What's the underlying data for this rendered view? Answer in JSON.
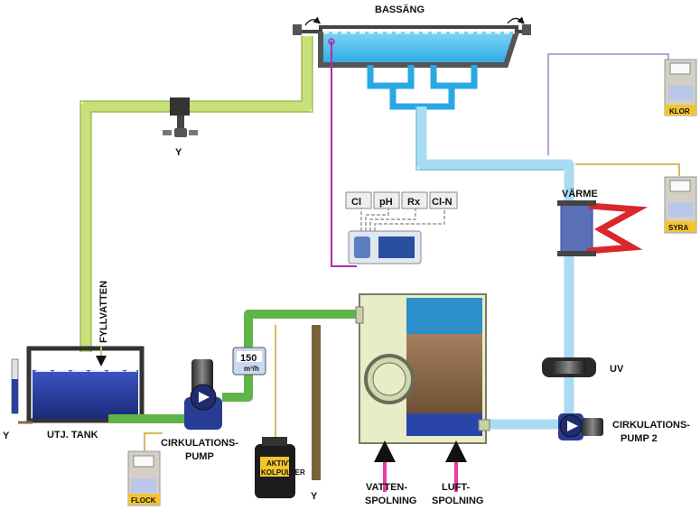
{
  "labels": {
    "pool": "BASSÄNG",
    "equalization_tank": "UTJ. TANK",
    "fill_water": "FYLLVATTEN",
    "circ_pump_1_line1": "CIRKULATIONS-",
    "circ_pump_1_line2": "PUMP",
    "circ_pump_2_line1": "CIRKULATIONS-",
    "circ_pump_2_line2": "PUMP 2",
    "heat": "VÄRME",
    "uv": "UV",
    "water_flush_line1": "VATTEN-",
    "water_flush_line2": "SPOLNING",
    "air_flush_line1": "LUFT-",
    "air_flush_line2": "SPOLNING",
    "chlorine": "KLOR",
    "acid": "SYRA",
    "flocculant": "FLOCK",
    "carbon_line1": "AKTIVT",
    "carbon_line2": "KOLPULVER",
    "flow_value": "150",
    "flow_unit": "m³/h",
    "drain_symbol_left": "Y",
    "drain_symbol_valve": "Y",
    "drain_symbol_bottom": "Y"
  },
  "sensors": [
    {
      "label": "Cl",
      "color": "#222222"
    },
    {
      "label": "pH",
      "color": "#2b3f9e"
    },
    {
      "label": "Rx",
      "color": "#d0231f"
    },
    {
      "label": "Cl-N",
      "color": "#222222"
    }
  ],
  "colors": {
    "pool_water": "#4fc3f0",
    "return_pipe": "#a9dcf2",
    "supply_pipe": "#c8e07a",
    "filtered_pipe": "#5fb548",
    "tank_water": "#273a99",
    "filter_body": "#e8edc8",
    "filter_media": "#8a6a45",
    "sensor_line": "#b52aa9",
    "chemical_line": "#b7a1d8",
    "acid_line": "#e0b561",
    "flush_arrow": "#e73aa8",
    "drain_pipe": "#7a6238",
    "heater_red": "#d9272b"
  }
}
